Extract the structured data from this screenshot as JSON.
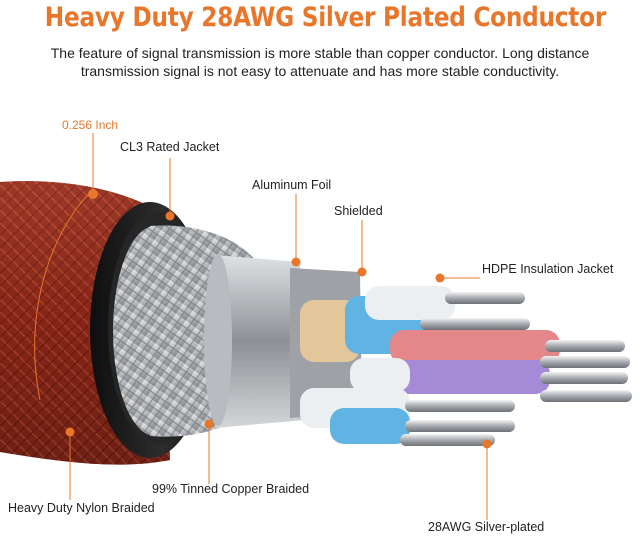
{
  "header": {
    "title": "Heavy Duty 28AWG Silver Plated Conductor",
    "subtitle": "The feature of signal transmission is more stable than copper conductor. Long distance transmission signal is not easy to attenuate and has more stable conductivity."
  },
  "callouts": {
    "diameter": "0.256 Inch",
    "jacket": "CL3 Rated Jacket",
    "foil": "Aluminum Foil",
    "shielded": "Shielded",
    "hdpe": "HDPE Insulation Jacket",
    "braid": "99% Tinned Copper Braided",
    "nylon": "Heavy Duty Nylon Braided",
    "conductor": "28AWG Silver-plated"
  },
  "colors": {
    "accent": "#e8772b",
    "nylon": "#8e2a1c",
    "jacket": "#1c1c1c",
    "braid": "#c9cbcd",
    "foil": "#a9adb1",
    "gold": "#e3c79a",
    "blue": "#5fb4e3",
    "white": "#ebeff2",
    "pink": "#e4878a",
    "purple": "#a58ad8",
    "silver": "#c4c7ca"
  }
}
